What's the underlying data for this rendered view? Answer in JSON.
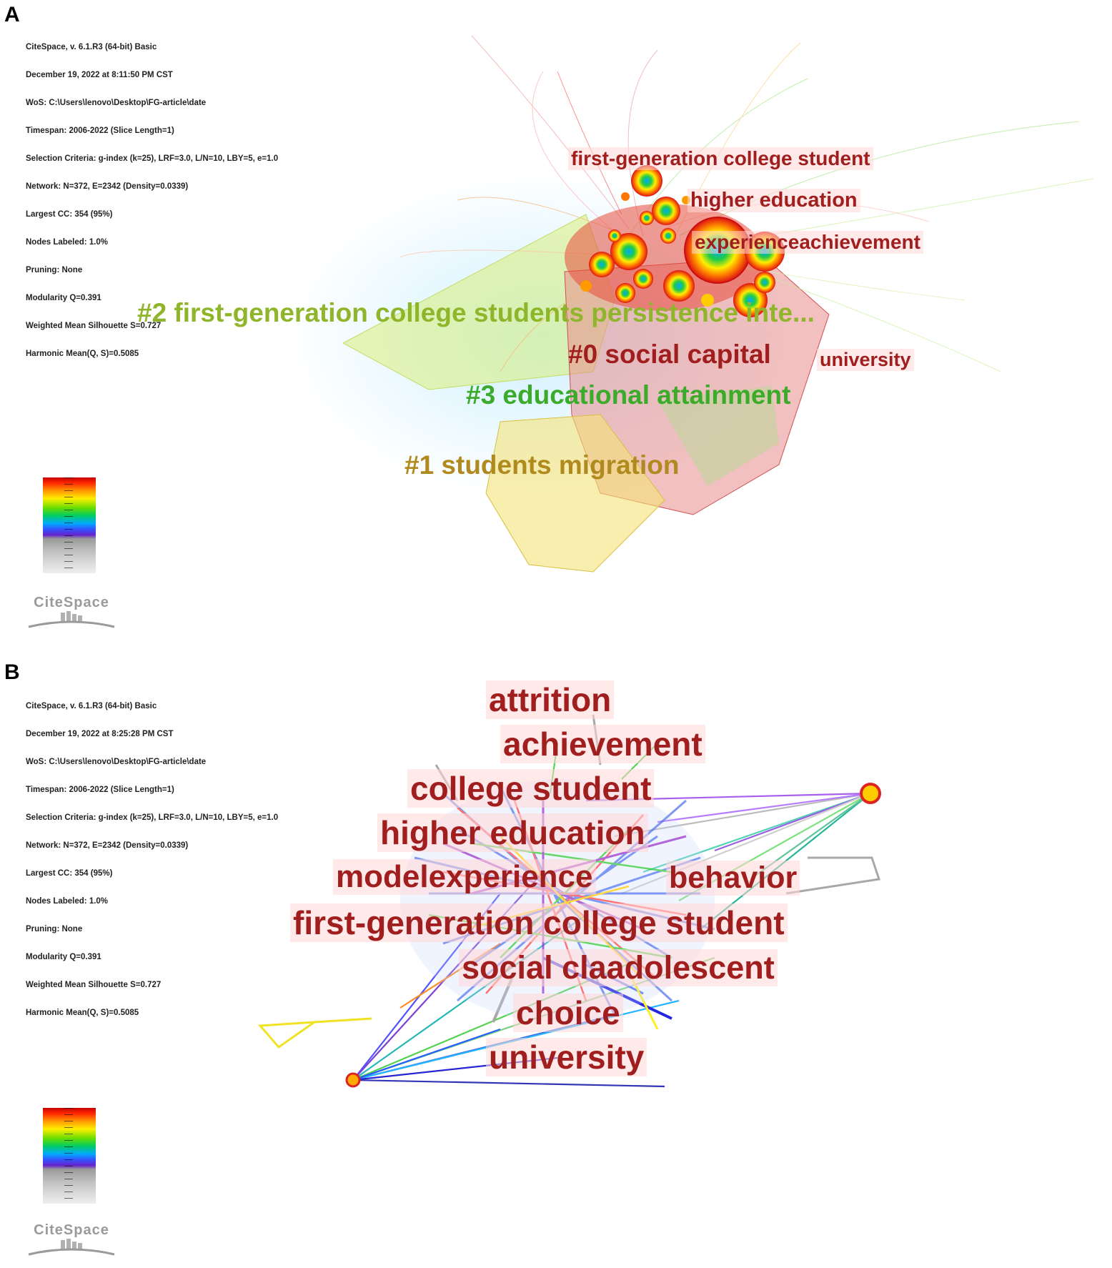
{
  "panels": [
    {
      "letter": "A",
      "info_lines": [
        "CiteSpace, v. 6.1.R3 (64-bit) Basic",
        "December 19, 2022 at 8:11:50 PM CST",
        "WoS: C:\\Users\\lenovo\\Desktop\\FG-article\\date",
        "Timespan: 2006-2022 (Slice Length=1)",
        "Selection Criteria: g-index (k=25), LRF=3.0, L/N=10, LBY=5, e=1.0",
        "Network: N=372, E=2342 (Density=0.0339)",
        "Largest CC: 354 (95%)",
        "Nodes Labeled: 1.0%",
        "Pruning: None",
        "Modularity Q=0.391",
        "Weighted Mean Silhouette S=0.727",
        "Harmonic Mean(Q, S)=0.5085"
      ],
      "node_labels": [
        "first-generation college student",
        "higher education",
        "experienceachievement",
        "university"
      ],
      "clusters": [
        {
          "label": "#2 first-generation college students persistence inte...",
          "color": "#8fb52a"
        },
        {
          "label": "#0 social capital",
          "color": "#a01e1e"
        },
        {
          "label": "#3 educational attainment",
          "color": "#3caa2a"
        },
        {
          "label": "#1 students migration",
          "color": "#b08a1e"
        }
      ],
      "logo": "CiteSpace"
    },
    {
      "letter": "B",
      "info_lines": [
        "CiteSpace, v. 6.1.R3 (64-bit) Basic",
        "December 19, 2022 at 8:25:28 PM CST",
        "WoS: C:\\Users\\lenovo\\Desktop\\FG-article\\date",
        "Timespan: 2006-2022 (Slice Length=1)",
        "Selection Criteria: g-index (k=25), LRF=3.0, L/N=10, LBY=5, e=1.0",
        "Network: N=372, E=2342 (Density=0.0339)",
        "Largest CC: 354 (95%)",
        "Nodes Labeled: 1.0%",
        "Pruning: None",
        "Modularity Q=0.391",
        "Weighted Mean Silhouette S=0.727",
        "Harmonic Mean(Q, S)=0.5085"
      ],
      "node_labels": [
        "attrition",
        "achievement",
        "college student",
        "higher education",
        "modelexperience",
        "behavior",
        "first-generation college student",
        "social claadolescent",
        "choice",
        "university"
      ],
      "logo": "CiteSpace"
    }
  ],
  "colors": {
    "node_label": "#a01e1e",
    "legend_top": "#c80000",
    "legend_bottom": "#eeeeee"
  }
}
